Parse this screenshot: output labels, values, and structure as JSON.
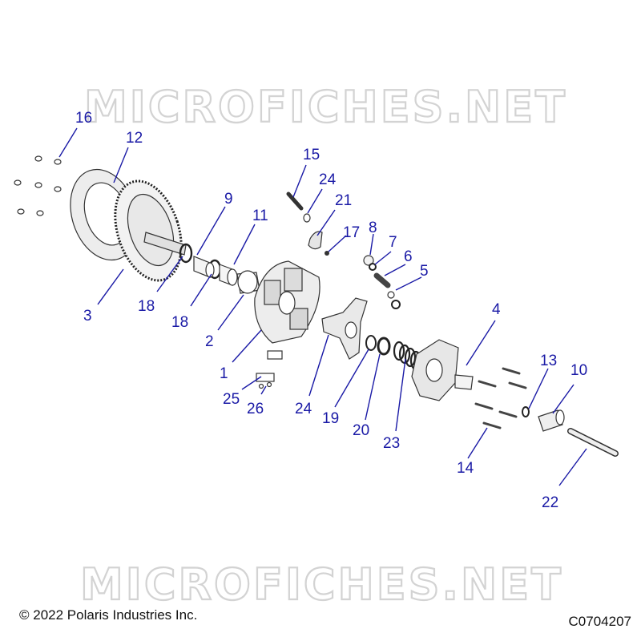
{
  "watermark": "MICROFICHES.NET",
  "copyright": "© 2022 Polaris Industries Inc.",
  "diagram_code": "C0704207",
  "callouts": [
    "16",
    "12",
    "9",
    "11",
    "15",
    "24",
    "21",
    "17",
    "8",
    "7",
    "6",
    "5",
    "4",
    "3",
    "18",
    "18",
    "2",
    "1",
    "25",
    "26",
    "24",
    "19",
    "20",
    "23",
    "13",
    "10",
    "14",
    "22"
  ]
}
